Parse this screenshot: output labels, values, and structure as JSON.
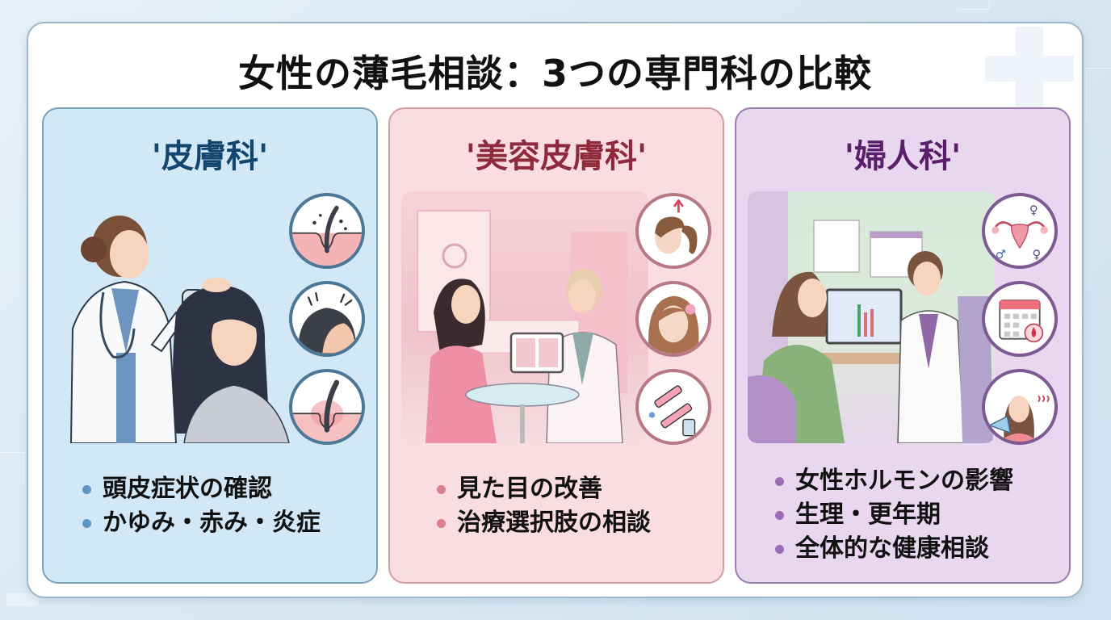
{
  "title": "女性の薄毛相談：3つの専門科の比較",
  "theme": {
    "background": "#dbe9f4",
    "panel_border": "#9fb6c8"
  },
  "cards": [
    {
      "id": "dermatology",
      "title": "'皮膚科'",
      "accent": "#12466e",
      "background": "#d3e8f7",
      "bullet_color": "#5f95c2",
      "illustration": "doctor-examining-scalp-with-dermatoscope",
      "icons": [
        "scalp-inflammation-follicle-icon",
        "scratching-itchy-scalp-icon",
        "inflamed-hair-follicle-icon"
      ],
      "bullets": [
        "頭皮症状の確認",
        "かゆみ・赤み・炎症"
      ]
    },
    {
      "id": "cosmetic-dermatology",
      "title": "'美容皮膚科'",
      "accent": "#8f2a3c",
      "background": "#f9dde0",
      "bullet_color": "#dc7f8c",
      "illustration": "consultation-in-pink-clinic-with-tablet-before-after",
      "icons": [
        "ponytail-hair-growth-icon",
        "woman-with-flower-beauty-icon",
        "syringes-and-vial-icon"
      ],
      "bullets": [
        "見た目の改善",
        "治療選択肢の相談"
      ]
    },
    {
      "id": "gynecology",
      "title": "'婦人科'",
      "accent": "#5a1f6b",
      "background": "#e9d7f0",
      "bullet_color": "#9d6cb6",
      "illustration": "doctor-explaining-chart-on-monitor",
      "icons": [
        "uterus-gender-symbols-icon",
        "calendar-menstrual-cycle-icon",
        "woman-fanning-hot-flash-icon"
      ],
      "bullets": [
        "女性ホルモンの影響",
        "生理・更年期",
        "全体的な健康相談"
      ]
    }
  ]
}
